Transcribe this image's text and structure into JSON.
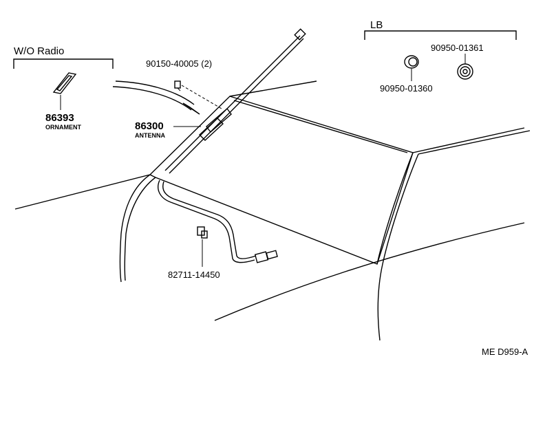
{
  "groups": {
    "wo_radio": "W/O Radio",
    "lb": "LB"
  },
  "parts": {
    "ornament_no": "86393",
    "ornament_name": "ORNAMENT",
    "antenna_no": "86300",
    "antenna_name": "ANTENNA",
    "screw_no": "90150-40005 (2)",
    "grommet_a_no": "90950-01361",
    "grommet_b_no": "90950-01360",
    "clamp_no": "82711-14450"
  },
  "figure_code": "ME D959-A"
}
